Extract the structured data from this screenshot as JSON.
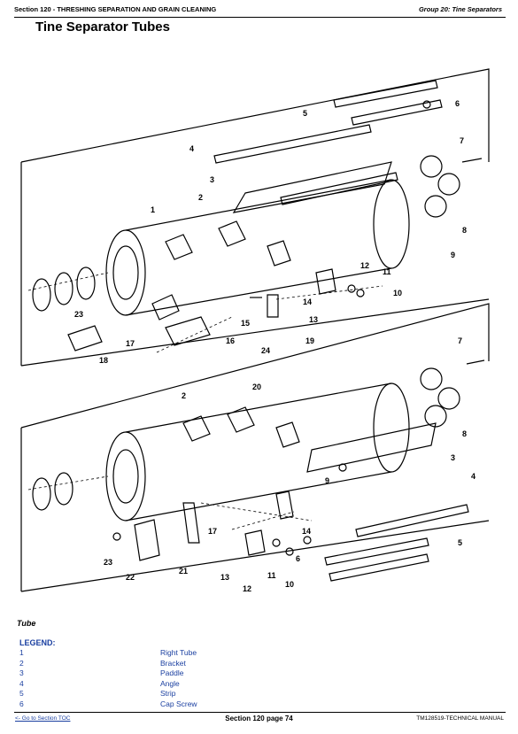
{
  "header": {
    "section": "Section 120 - THRESHING SEPARATION AND GRAIN CLEANING",
    "group": "Group 20: Tine Separators"
  },
  "title": "Tine Separator Tubes",
  "diagram": {
    "callouts_top": [
      "1",
      "2",
      "3",
      "4",
      "5",
      "6",
      "7",
      "8",
      "9",
      "10",
      "11",
      "12",
      "13",
      "14",
      "15",
      "16",
      "17",
      "18",
      "19",
      "23"
    ],
    "callouts_bottom": [
      "2",
      "3",
      "4",
      "5",
      "6",
      "7",
      "8",
      "9",
      "10",
      "11",
      "12",
      "13",
      "14",
      "17",
      "20",
      "21",
      "22",
      "23",
      "24"
    ]
  },
  "subtitle": "Tube",
  "legend": {
    "title": "LEGEND:",
    "items": [
      {
        "num": "1",
        "desc": "Right Tube"
      },
      {
        "num": "2",
        "desc": "Bracket"
      },
      {
        "num": "3",
        "desc": "Paddle"
      },
      {
        "num": "4",
        "desc": "Angle"
      },
      {
        "num": "5",
        "desc": "Strip"
      },
      {
        "num": "6",
        "desc": "Cap Screw"
      }
    ]
  },
  "footer": {
    "toc_link": "<- Go to Section TOC",
    "page": "Section 120 page 74",
    "manual": "TM128519-TECHNICAL MANUAL"
  }
}
